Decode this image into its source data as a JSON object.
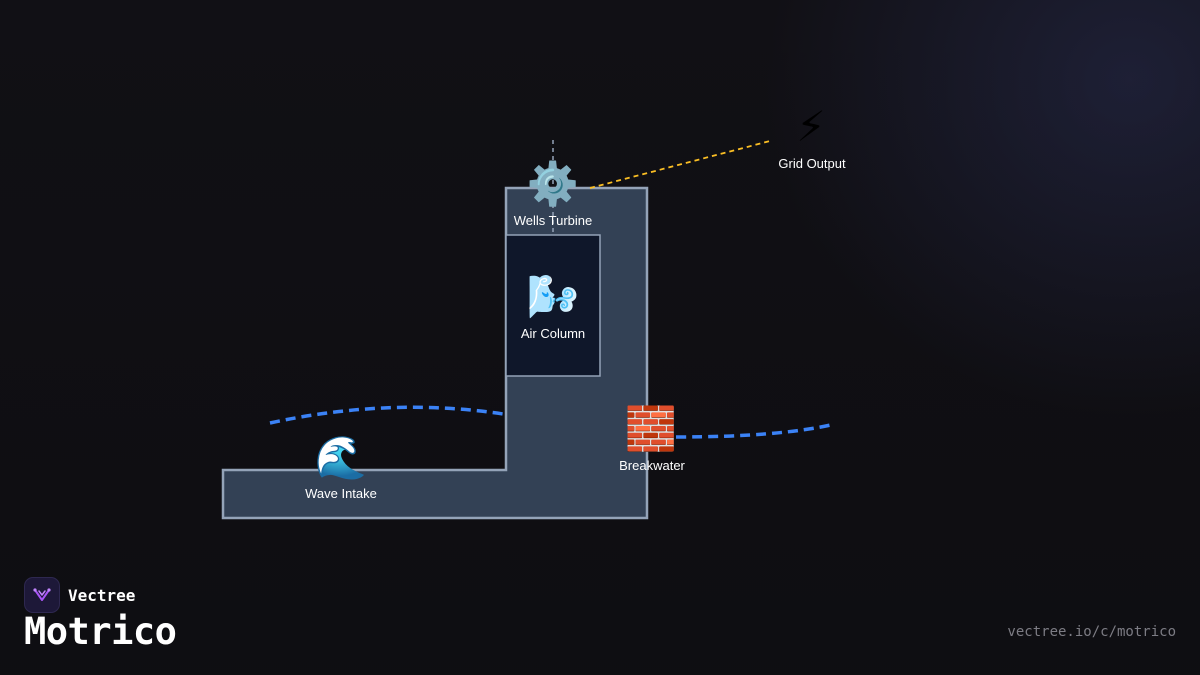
{
  "colors": {
    "background": "#111015",
    "structure_fill": "#334155",
    "structure_stroke": "#94a3b8",
    "chamber_fill": "#0f172a",
    "wave_line": "#3b82f6",
    "power_line": "#fbbf24",
    "brand_accent": "#a855f7"
  },
  "nodes": {
    "turbine": {
      "label": "Wells Turbine",
      "icon": "gear-icon",
      "glyph": "⚙️"
    },
    "grid": {
      "label": "Grid Output",
      "icon": "lightning-icon",
      "glyph": "⚡"
    },
    "air": {
      "label": "Air Column",
      "icon": "wind-icon",
      "glyph": "🌬️"
    },
    "breakwater": {
      "label": "Breakwater",
      "icon": "brick-icon",
      "glyph": "🧱"
    },
    "intake": {
      "label": "Wave Intake",
      "icon": "wave-icon",
      "glyph": "🌊"
    }
  },
  "brand": {
    "name": "Vectree",
    "logo_icon": "vectree-logo-icon"
  },
  "title": "Motrico",
  "url": "vectree.io/c/motrico"
}
